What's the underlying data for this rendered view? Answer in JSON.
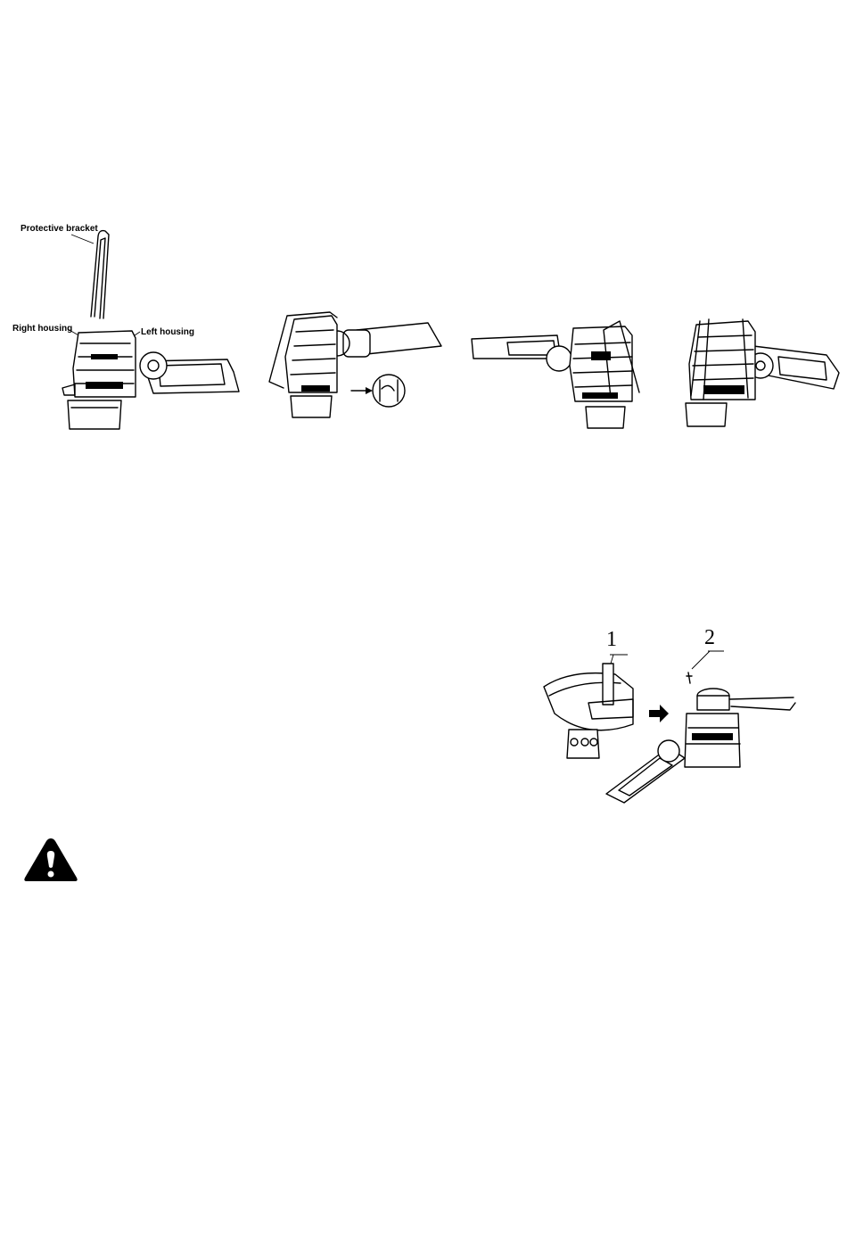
{
  "figure1": {
    "labels": {
      "protective_bracket": "Protective bracket",
      "right_housing": "Right housing",
      "left_housing": "Left housing"
    }
  },
  "figure2": {
    "callouts": [
      "1",
      "2"
    ]
  },
  "warning": {
    "icon": "warning-triangle-icon"
  }
}
